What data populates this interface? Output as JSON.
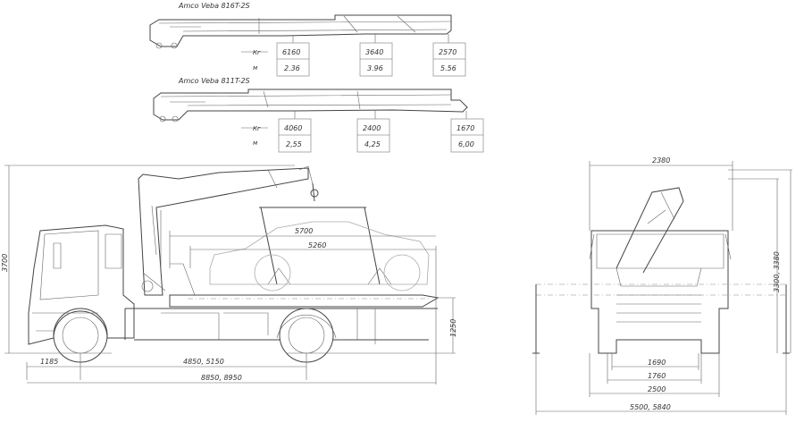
{
  "booms": [
    {
      "model": "Amco Veba 816T-2S",
      "unit_kg": "Кг",
      "unit_m": "м",
      "loads": [
        {
          "kg": "6160",
          "m": "2.36"
        },
        {
          "kg": "3640",
          "m": "3.96"
        },
        {
          "kg": "2570",
          "m": "5.56"
        }
      ]
    },
    {
      "model": "Amco Veba 811T-2S",
      "unit_kg": "Кг",
      "unit_m": "м",
      "loads": [
        {
          "kg": "4060",
          "m": "2,55"
        },
        {
          "kg": "2400",
          "m": "4,25"
        },
        {
          "kg": "1670",
          "m": "6,00"
        }
      ]
    }
  ],
  "side_view": {
    "height": "3700",
    "front_overhang": "1185",
    "wheelbase": "4850, 5150",
    "length": "8850, 8950",
    "platform_length": "5700",
    "platform_inner": "5260",
    "platform_height": "1250"
  },
  "front_view": {
    "cab_width": "2380",
    "height": "3300, 3380",
    "track_front": "1690",
    "track_rear": "1760",
    "width": "2500",
    "outrigger_span": "5500, 5840"
  }
}
